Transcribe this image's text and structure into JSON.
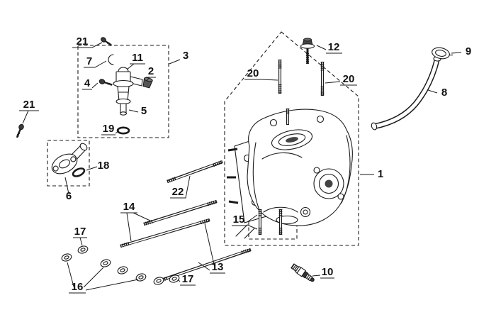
{
  "meta": {
    "type": "exploded-parts-diagram",
    "background": "#ffffff",
    "line_color": "#1a1a1a"
  },
  "callouts": [
    {
      "id": "21-top",
      "text": "21"
    },
    {
      "id": "7",
      "text": "7"
    },
    {
      "id": "11",
      "text": "11"
    },
    {
      "id": "2",
      "text": "2"
    },
    {
      "id": "3",
      "text": "3"
    },
    {
      "id": "4",
      "text": "4"
    },
    {
      "id": "5",
      "text": "5"
    },
    {
      "id": "19",
      "text": "19"
    },
    {
      "id": "21-left",
      "text": "21"
    },
    {
      "id": "18",
      "text": "18"
    },
    {
      "id": "6",
      "text": "6"
    },
    {
      "id": "12",
      "text": "12"
    },
    {
      "id": "20-left",
      "text": "20"
    },
    {
      "id": "20-right",
      "text": "20"
    },
    {
      "id": "9",
      "text": "9"
    },
    {
      "id": "8",
      "text": "8"
    },
    {
      "id": "1",
      "text": "1"
    },
    {
      "id": "22",
      "text": "22"
    },
    {
      "id": "14",
      "text": "14"
    },
    {
      "id": "15",
      "text": "15"
    },
    {
      "id": "10",
      "text": "10"
    },
    {
      "id": "17-upper",
      "text": "17"
    },
    {
      "id": "17-lower",
      "text": "17"
    },
    {
      "id": "16",
      "text": "16"
    },
    {
      "id": "13",
      "text": "13"
    }
  ]
}
